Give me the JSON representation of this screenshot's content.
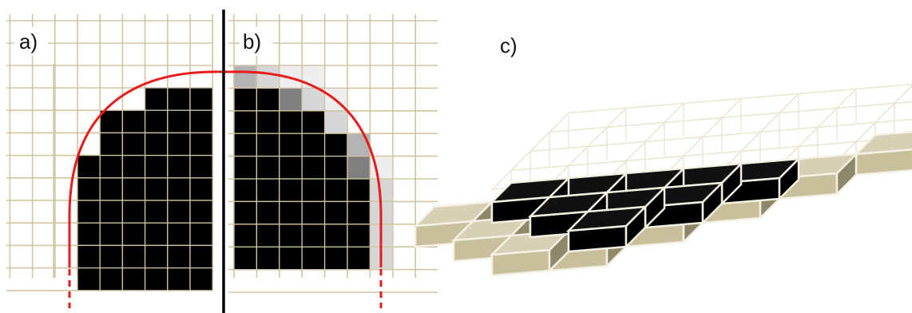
{
  "labels": {
    "a": "a)",
    "b": "b)",
    "c": "c)"
  },
  "colors": {
    "grid": "#cfc5a2",
    "fill": "#000000",
    "curve": "#e81a1a",
    "divider": "#000000",
    "gray_dark": "#7f7f7f",
    "gray_mid": "#b3b3b3",
    "gray_light": "#d6d6d6",
    "gray_faint": "#eeeeee",
    "block_top": "#d6d0b4",
    "block_front": "#c8c09c",
    "block_side": "#8e8769",
    "outline": "#f4f1e4"
  },
  "panel_a": {
    "rows": 9,
    "filled_cells": [
      [
        3,
        4,
        5
      ],
      [
        1,
        2,
        3,
        4,
        5
      ],
      [
        1,
        2,
        3,
        4,
        5
      ],
      [
        0,
        1,
        2,
        3,
        4,
        5
      ],
      [
        0,
        1,
        2,
        3,
        4,
        5
      ],
      [
        0,
        1,
        2,
        3,
        4,
        5
      ],
      [
        0,
        1,
        2,
        3,
        4,
        5
      ],
      [
        0,
        1,
        2,
        3,
        4,
        5
      ],
      [
        0,
        1,
        2,
        3,
        4,
        5
      ]
    ]
  },
  "panel_b": {
    "cells": [
      [
        [
          "gray_mid"
        ],
        [
          "gray_light"
        ],
        [
          "gray_faint"
        ],
        [
          "gray_faint"
        ]
      ],
      [
        [
          "fill"
        ],
        [
          "fill"
        ],
        [
          "gray_dark"
        ],
        [
          "gray_light"
        ],
        [
          "gray_faint"
        ]
      ],
      [
        [
          "fill"
        ],
        [
          "fill"
        ],
        [
          "fill"
        ],
        [
          "fill"
        ],
        [
          "gray_light"
        ]
      ],
      [
        [
          "fill"
        ],
        [
          "fill"
        ],
        [
          "fill"
        ],
        [
          "fill"
        ],
        [
          "fill"
        ],
        [
          "gray_mid"
        ]
      ],
      [
        [
          "fill"
        ],
        [
          "fill"
        ],
        [
          "fill"
        ],
        [
          "fill"
        ],
        [
          "fill"
        ],
        [
          "gray_dark"
        ],
        [
          "gray_faint"
        ]
      ],
      [
        [
          "fill"
        ],
        [
          "fill"
        ],
        [
          "fill"
        ],
        [
          "fill"
        ],
        [
          "fill"
        ],
        [
          "fill"
        ],
        [
          "gray_light"
        ]
      ],
      [
        [
          "fill"
        ],
        [
          "fill"
        ],
        [
          "fill"
        ],
        [
          "fill"
        ],
        [
          "fill"
        ],
        [
          "fill"
        ],
        [
          "gray_light"
        ]
      ],
      [
        [
          "fill"
        ],
        [
          "fill"
        ],
        [
          "fill"
        ],
        [
          "fill"
        ],
        [
          "fill"
        ],
        [
          "fill"
        ],
        [
          "gray_light"
        ]
      ],
      [
        [
          "fill"
        ],
        [
          "fill"
        ],
        [
          "fill"
        ],
        [
          "fill"
        ],
        [
          "fill"
        ],
        [
          "fill"
        ],
        [
          "gray_light"
        ]
      ]
    ]
  },
  "panel_c": {
    "black_tops": [
      [
        0,
        0
      ],
      [
        1,
        0
      ],
      [
        2,
        0
      ],
      [
        3,
        0
      ],
      [
        4,
        0
      ],
      [
        1,
        1
      ],
      [
        2,
        1
      ],
      [
        3,
        1
      ],
      [
        2,
        2
      ]
    ],
    "beige_blocks": [
      [
        -1,
        1
      ],
      [
        0,
        2
      ],
      [
        1,
        3
      ],
      [
        2,
        3
      ],
      [
        3,
        2
      ],
      [
        4,
        1
      ],
      [
        5,
        0
      ],
      [
        6,
        -1
      ]
    ]
  }
}
